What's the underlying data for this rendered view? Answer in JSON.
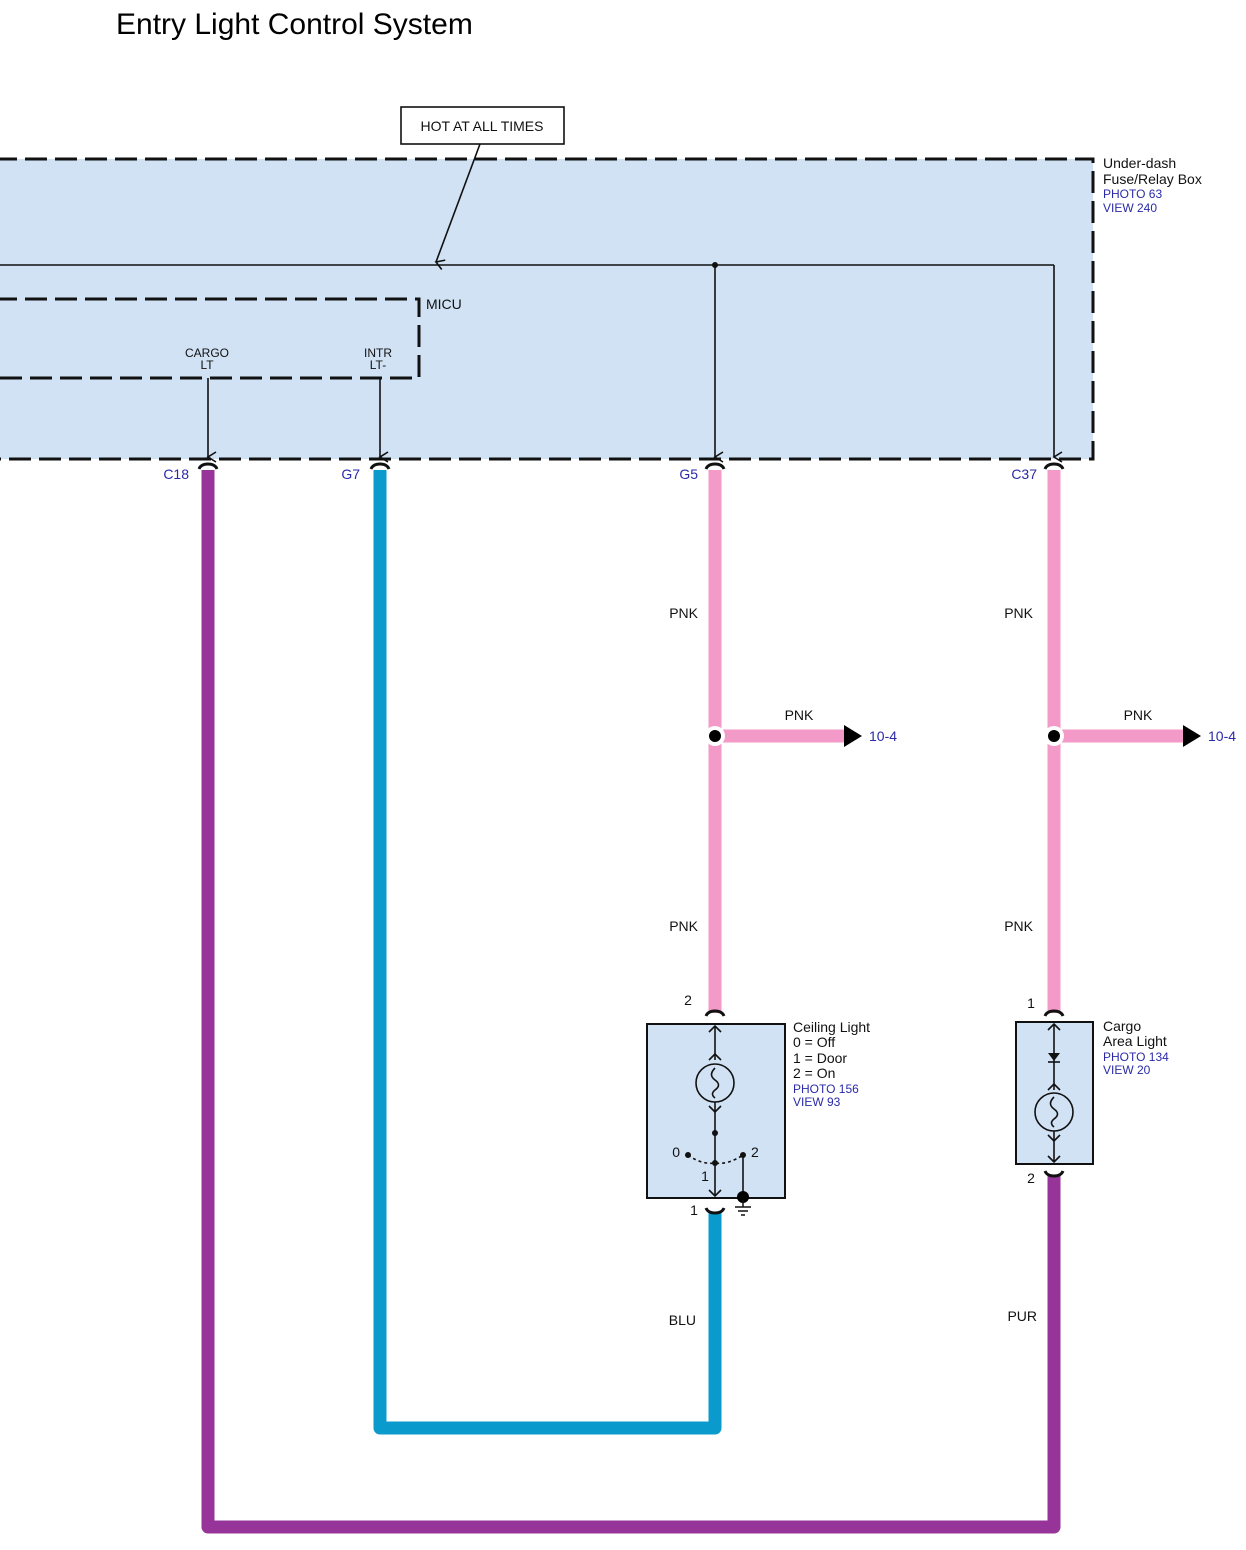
{
  "title": "Entry Light Control System",
  "colors": {
    "box_fill": "#d0e2f4",
    "pnk": "#f49ac9",
    "blu": "#0b9acc",
    "pur": "#97349a",
    "ref_text": "#2a2aa8"
  },
  "hot_label": "HOT AT ALL TIMES",
  "fuse_box": {
    "name_line1": "Under-dash",
    "name_line2": "Fuse/Relay Box",
    "photo": "PHOTO 63",
    "view": "VIEW 240"
  },
  "micu": {
    "name": "MICU",
    "cargo_pin_line1": "CARGO",
    "cargo_pin_line2": "LT",
    "intr_pin_line1": "INTR",
    "intr_pin_line2": "LT-"
  },
  "connectors": {
    "c18": "C18",
    "g7": "G7",
    "g5": "G5",
    "c37": "C37"
  },
  "wires": {
    "g5_upper": "PNK",
    "g5_branch": "PNK",
    "g5_lower": "PNK",
    "c37_upper": "PNK",
    "c37_branch": "PNK",
    "c37_lower": "PNK",
    "ceiling_out": "BLU",
    "cargo_out": "PUR"
  },
  "references": {
    "g5_branch_ref": "10-4",
    "c37_branch_ref": "10-4"
  },
  "ceiling_light": {
    "name": "Ceiling Light",
    "pos0": "0 = Off",
    "pos1": "1 = Door",
    "pos2": "2 = On",
    "photo": "PHOTO 156",
    "view": "VIEW 93",
    "pin_top": "2",
    "pin_bottom": "1",
    "switch_0": "0",
    "switch_1": "1",
    "switch_2": "2"
  },
  "cargo_light": {
    "name_line1": "Cargo",
    "name_line2": "Area Light",
    "photo": "PHOTO 134",
    "view": "VIEW 20",
    "pin_top": "1",
    "pin_bottom": "2"
  }
}
